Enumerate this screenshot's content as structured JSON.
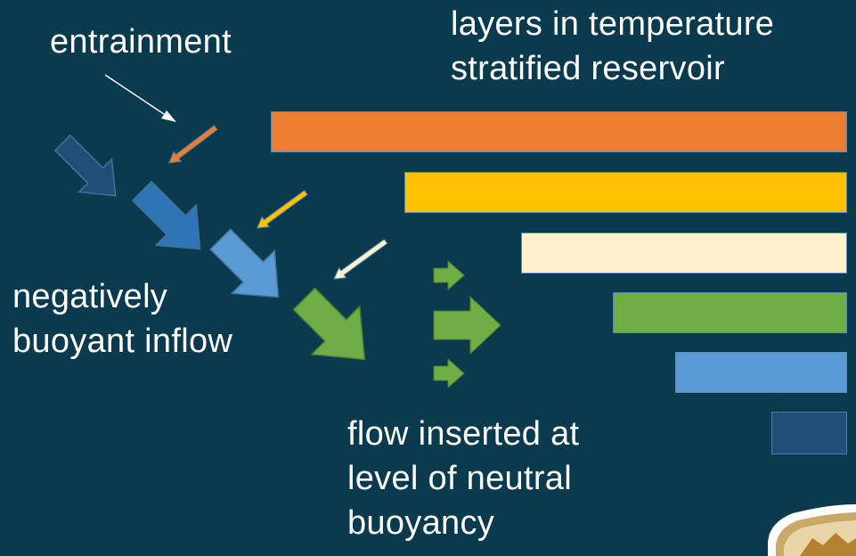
{
  "labels": {
    "entrainment": "entrainment",
    "layers_line1": "layers in temperature",
    "layers_line2": "stratified reservoir",
    "inflow_line1": "negatively",
    "inflow_line2": "buoyant inflow",
    "inserted_line1": "flow inserted at",
    "inserted_line2": "level of neutral",
    "inserted_line3": "buoyancy"
  },
  "layers": [
    {
      "name": "layer-1",
      "color": "#ed7d31"
    },
    {
      "name": "layer-2",
      "color": "#ffc000"
    },
    {
      "name": "layer-3",
      "color": "#fff2cc"
    },
    {
      "name": "layer-4",
      "color": "#70ad47"
    },
    {
      "name": "layer-5",
      "color": "#5b9bd5"
    },
    {
      "name": "layer-6",
      "color": "#1f4e79"
    }
  ],
  "colors": {
    "background": "#093a4e",
    "inflow_arrow_1": "#1f4e79",
    "inflow_arrow_2": "#2e75b6",
    "inflow_arrow_3": "#5b9bd5",
    "inflow_arrow_4": "#70ad47",
    "entrain_arrow_1": "#ed7d31",
    "entrain_arrow_2": "#ffc000",
    "entrain_arrow_3": "#fff2cc",
    "insert_arrows": "#70ad47",
    "pointer_line": "#ffffff"
  },
  "icons": [
    "inflow-arrow-icon",
    "entrainment-arrow-icon",
    "insertion-arrow-icon",
    "logo-icon"
  ]
}
